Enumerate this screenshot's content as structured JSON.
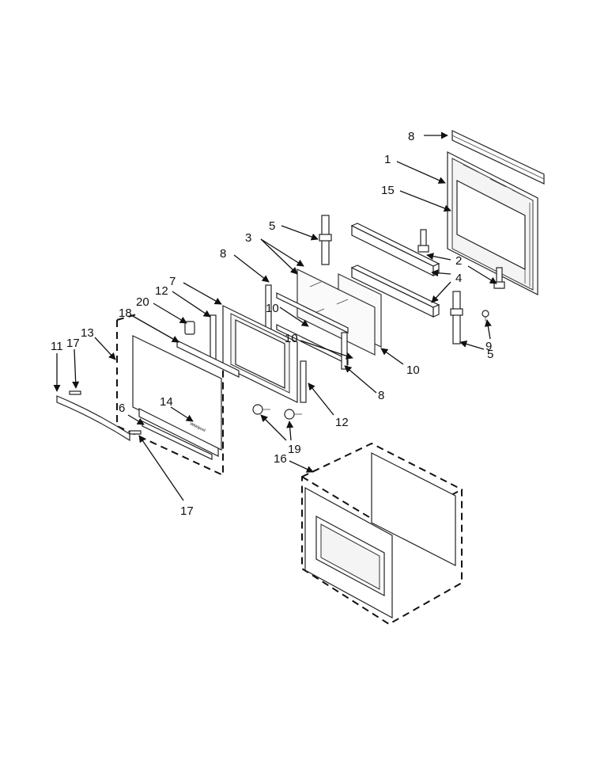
{
  "callouts": {
    "c1": "1",
    "c2": "2",
    "c3": "3",
    "c4": "4",
    "c5a": "5",
    "c5b": "5",
    "c6": "6",
    "c7": "7",
    "c8a": "8",
    "c8b": "8",
    "c8c": "8",
    "c9": "9",
    "c10a": "10",
    "c10b": "10",
    "c10c": "10",
    "c11": "11",
    "c12a": "12",
    "c12b": "12",
    "c13": "13",
    "c14": "14",
    "c15": "15",
    "c16": "16",
    "c17a": "17",
    "c17b": "17",
    "c18": "18",
    "c19": "19",
    "c20": "20"
  },
  "logo_text": "Whirlpool"
}
